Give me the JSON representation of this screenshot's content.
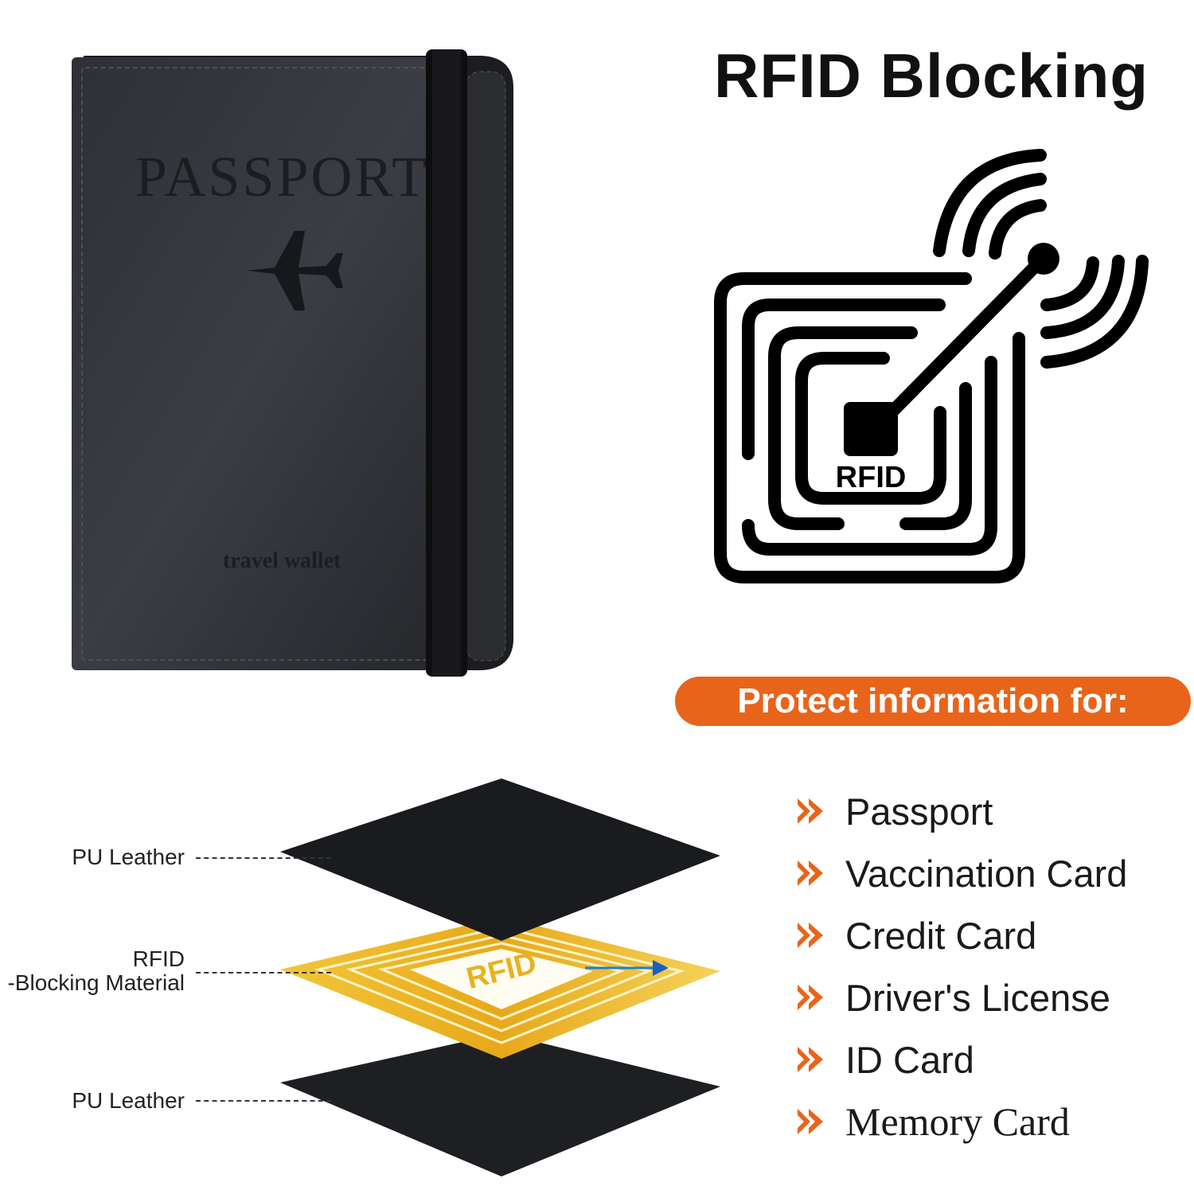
{
  "title": "RFID Blocking",
  "wallet": {
    "cover_text": "PASSPORT",
    "bottom_text": "travel wallet"
  },
  "rfid_icon": {
    "label": "RFID"
  },
  "banner": {
    "text": "Protect information for:"
  },
  "protect_items": [
    {
      "label": "Passport"
    },
    {
      "label": "Vaccination Card"
    },
    {
      "label": "Credit Card"
    },
    {
      "label": "Driver's License"
    },
    {
      "label": "ID Card"
    },
    {
      "label": "Memory Card"
    }
  ],
  "layers": {
    "top_label": "PU Leather",
    "middle_label_line1": "RFID",
    "middle_label_line2": "-Blocking Material",
    "bottom_label": "PU Leather",
    "chip_text": "RFID"
  },
  "colors": {
    "accent": "#e8641b",
    "leather": "#2a2c30",
    "gold": "#e8b21f",
    "text": "#111111"
  }
}
